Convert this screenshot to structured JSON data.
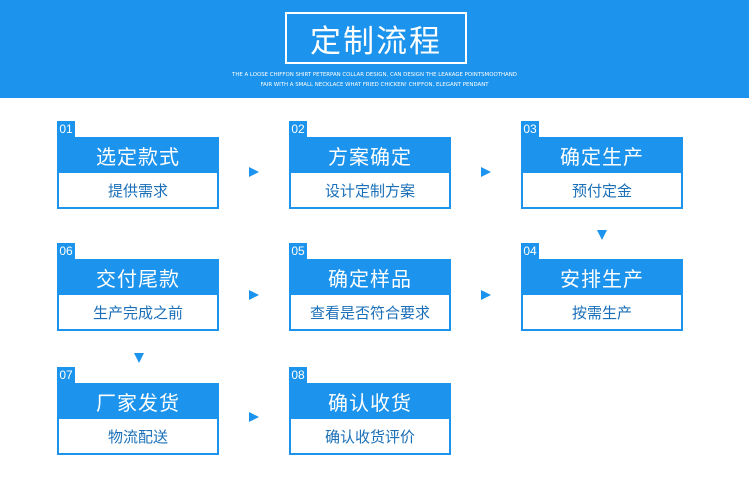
{
  "header": {
    "title": "定制流程",
    "subtitle_line1": "THE A LOOSE CHIFFON SHIRT PETERPAN COLLAR DESIGN, CAN DESIGN THE LEAKAGE POINTSMOOTHAND",
    "subtitle_line2": "FAIR WITH A SMALL NECKLACE WHAT FRIED CHICKEN! CHIFFON, ELEGANT PENDANT"
  },
  "steps": [
    {
      "num": "01",
      "title": "选定款式",
      "desc": "提供需求"
    },
    {
      "num": "02",
      "title": "方案确定",
      "desc": "设计定制方案"
    },
    {
      "num": "03",
      "title": "确定生产",
      "desc": "预付定金"
    },
    {
      "num": "04",
      "title": "安排生产",
      "desc": "按需生产"
    },
    {
      "num": "05",
      "title": "确定样品",
      "desc": "查看是否符合要求"
    },
    {
      "num": "06",
      "title": "交付尾款",
      "desc": "生产完成之前"
    },
    {
      "num": "07",
      "title": "厂家发货",
      "desc": "物流配送"
    },
    {
      "num": "08",
      "title": "确认收货",
      "desc": "确认收货评价"
    }
  ],
  "colors": {
    "accent": "#1c93ec",
    "desc_text": "#1a6fb8"
  },
  "icons": {
    "arrow_right": "triangle-right-icon",
    "arrow_down": "triangle-down-icon"
  }
}
